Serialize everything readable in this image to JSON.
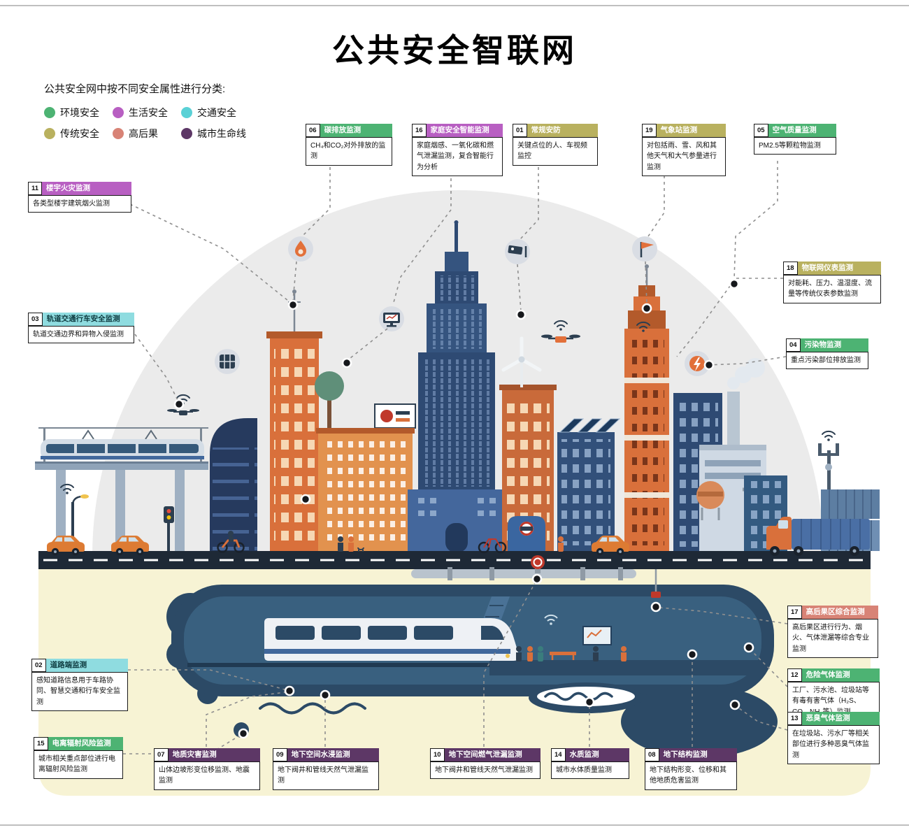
{
  "title": "公共安全智联网",
  "subtitle": "公共安全网中按不同安全属性进行分类:",
  "legend": {
    "items": [
      {
        "label": "环境安全",
        "color": "#4db373"
      },
      {
        "label": "生活安全",
        "color": "#b85fc2"
      },
      {
        "label": "交通安全",
        "color": "#5ad1d6"
      },
      {
        "label": "传统安全",
        "color": "#b9b15f"
      },
      {
        "label": "高后果",
        "color": "#d88376"
      },
      {
        "label": "城市生命线",
        "color": "#5d3766"
      }
    ]
  },
  "category_colors": {
    "环境安全": "#4db373",
    "生活安全": "#b85fc2",
    "交通安全": "#8fdce0",
    "传统安全": "#b9b15f",
    "高后果": "#d88376",
    "城市生命线": "#5d3766"
  },
  "callouts": [
    {
      "num": "06",
      "title": "碳排放监测",
      "desc": "CH₄和CO₂对外排放的监测",
      "category": "环境安全"
    },
    {
      "num": "16",
      "title": "家庭安全智能监测",
      "desc": "家庭烟感、一氧化碳和燃气泄漏监测，复合智能行为分析",
      "category": "生活安全"
    },
    {
      "num": "01",
      "title": "常规安防",
      "desc": "关键点位的人、车视频监控",
      "category": "传统安全"
    },
    {
      "num": "19",
      "title": "气象站监测",
      "desc": "对包括雨、雪、风和其他天气和大气参量进行监测",
      "category": "传统安全"
    },
    {
      "num": "05",
      "title": "空气质量监测",
      "desc": "PM2.5等颗粒物监测",
      "category": "环境安全"
    },
    {
      "num": "11",
      "title": "楼宇火灾监测",
      "desc": "各类型楼宇建筑烟火监测",
      "category": "生活安全"
    },
    {
      "num": "03",
      "title": "轨道交通行车安全监测",
      "desc": "轨道交通边界和异物入侵监测",
      "category": "交通安全"
    },
    {
      "num": "18",
      "title": "物联网仪表监测",
      "desc": "对能耗、压力、温湿度、流量等传统仪表参数监测",
      "category": "传统安全"
    },
    {
      "num": "04",
      "title": "污染物监测",
      "desc": "重点污染部位排放监测",
      "category": "环境安全"
    },
    {
      "num": "17",
      "title": "高后果区综合监测",
      "desc": "高后果区进行行为、烟火、气体泄漏等综合专业监测",
      "category": "高后果"
    },
    {
      "num": "12",
      "title": "危险气体监测",
      "desc": "工厂、污水池、垃圾站等有毒有害气体（H₂S、CO、NH₃等）监测",
      "category": "环境安全"
    },
    {
      "num": "13",
      "title": "恶臭气体监测",
      "desc": "在垃圾站、污水厂等相关部位进行多种恶臭气体监测",
      "category": "环境安全"
    },
    {
      "num": "02",
      "title": "道路端监测",
      "desc": "感知道路信息用于车路协同、智慧交通和行车安全监测",
      "category": "交通安全"
    },
    {
      "num": "15",
      "title": "电离辐射风险监测",
      "desc": "城市相关重点部位进行电离辐射风险监测",
      "category": "环境安全"
    },
    {
      "num": "07",
      "title": "地质灾害监测",
      "desc": "山体边坡形变位移监测、地震监测",
      "category": "城市生命线"
    },
    {
      "num": "09",
      "title": "地下空间水浸监测",
      "desc": "地下阀井和管线天然气泄漏监测",
      "category": "城市生命线"
    },
    {
      "num": "10",
      "title": "地下空间燃气泄漏监测",
      "desc": "地下阀井和管线天然气泄漏监测",
      "category": "城市生命线"
    },
    {
      "num": "14",
      "title": "水质监测",
      "desc": "城市水体质量监测",
      "category": "城市生命线"
    },
    {
      "num": "08",
      "title": "地下结构监测",
      "desc": "地下结构形变、位移和其他地质危害监测",
      "category": "城市生命线"
    }
  ],
  "scene": {
    "icons": [
      "carbon-flame-icon",
      "monitor-icon",
      "cctv-camera-icon",
      "windsock-icon",
      "cabinet-icon",
      "hazard-bolt-icon",
      "wifi-icon",
      "drone-icon",
      "sensor-node-dot"
    ]
  }
}
